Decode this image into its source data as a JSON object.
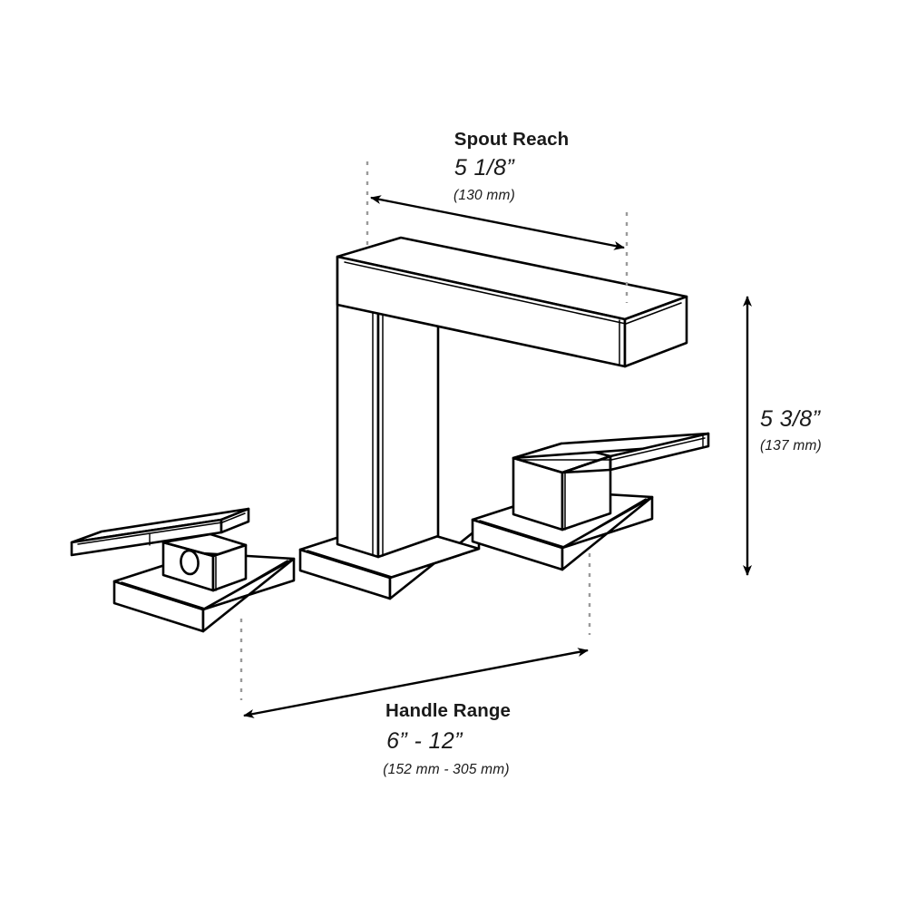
{
  "figure": {
    "type": "technical-line-drawing",
    "subject": "widespread bathroom faucet (square modern spout with two lever handles)",
    "background_color": "#ffffff",
    "line_color": "#000000",
    "dashed_line_color": "#9a9a9a",
    "text_color": "#1a1a1a"
  },
  "annotations": {
    "spout_reach": {
      "title": "Spout Reach",
      "value_imperial": "5 1/8”",
      "value_metric": "(130 mm)"
    },
    "height": {
      "title": "",
      "value_imperial": "5 3/8”",
      "value_metric": "(137 mm)"
    },
    "handle_range": {
      "title": "Handle Range",
      "value_imperial": "6” - 12”",
      "value_metric": "(152 mm - 305 mm)"
    }
  },
  "parts": {
    "spout_arm": "spout-arm",
    "spout_column": "spout-column",
    "spout_base_plate": "spout-base-plate",
    "left_handle_lever": "left-handle-lever",
    "left_handle_body": "left-handle-body",
    "left_handle_base_plate": "left-handle-base-plate",
    "left_handle_index_hole": "left-handle-index-hole",
    "right_handle_lever": "right-handle-lever",
    "right_handle_body": "right-handle-body",
    "right_handle_base_plate": "right-handle-base-plate"
  }
}
